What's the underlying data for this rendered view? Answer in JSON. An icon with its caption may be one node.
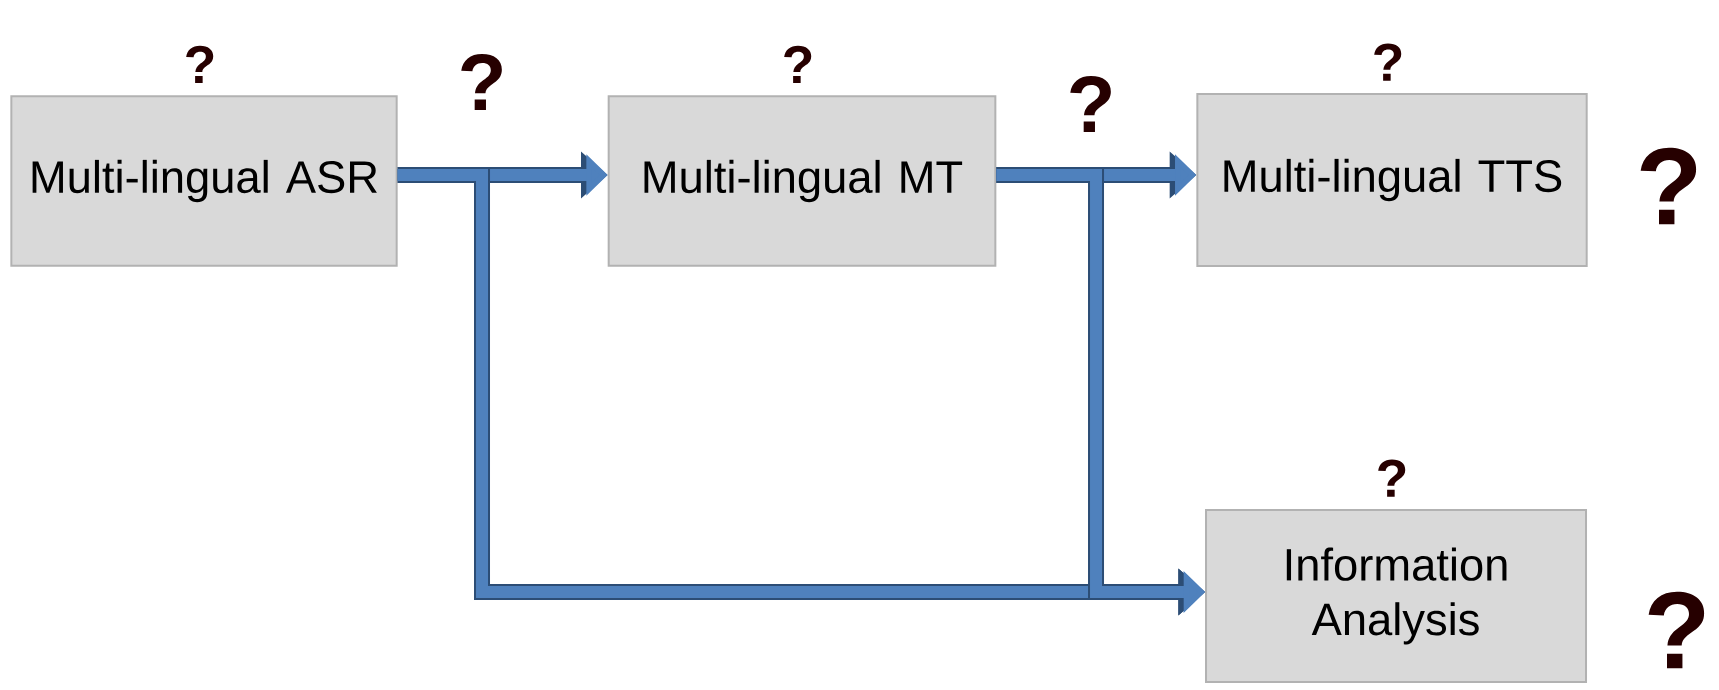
{
  "diagram": {
    "nodes": [
      {
        "text": [
          "Multi-lingual ASR"
        ],
        "beside": [
          "?"
        ]
      },
      {
        "text": [
          "Multi-lingual MT"
        ],
        "beside": [
          "?"
        ]
      },
      {
        "text": [
          "Multi-lingual TTS"
        ],
        "beside": [
          "?"
        ]
      },
      {
        "text": [
          "Information Analysis"
        ],
        "beside": [
          "?"
        ]
      }
    ],
    "edges": [
      {
        "from": 0,
        "to": 1,
        "arrow": "to"
      },
      {
        "from": 1,
        "to": 2,
        "arrow": "to"
      },
      {
        "from": 0,
        "to": 3,
        "arrow": "to"
      },
      {
        "from": 1,
        "to": 3,
        "arrow": "to"
      }
    ],
    "labels": [
      "?",
      "?",
      "?",
      "?"
    ]
  }
}
